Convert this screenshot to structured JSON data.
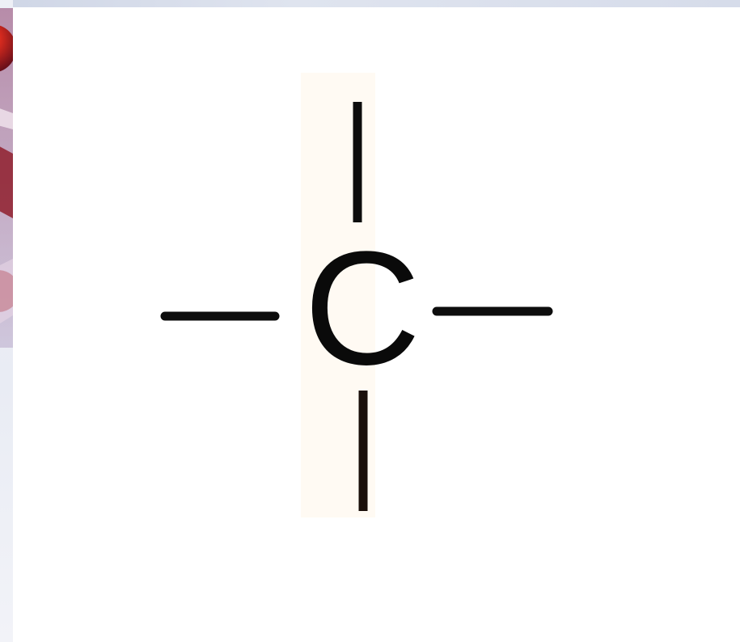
{
  "diagram": {
    "atom_symbol": "C",
    "bonds": [
      "top",
      "right",
      "bottom",
      "left"
    ],
    "bond_color": "#0d0d0d"
  },
  "decorations": {
    "left_graphic": "partial-red-sphere-image",
    "top_strip_color": "#d6dcea"
  }
}
